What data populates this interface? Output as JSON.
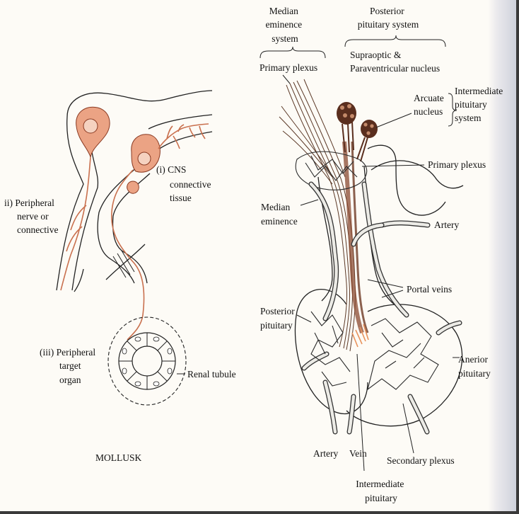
{
  "labels": {
    "median_eminence_system": [
      "Median",
      "eminence",
      "system"
    ],
    "posterior_pituitary_system": [
      "Posterior",
      "pituitary system"
    ],
    "supraoptic_paraventricular": [
      "Supraoptic &",
      "Paraventricular nucleus"
    ],
    "primary_plexus_top": "Primary plexus",
    "arcuate_nucleus": [
      "Arcuate",
      "nucleus"
    ],
    "intermediate_pituitary_system": [
      "Intermediate",
      "pituitary",
      "system"
    ],
    "primary_plexus_right": "Primary plexus",
    "median_eminence": [
      "Median",
      "eminence"
    ],
    "artery_right": "Artery",
    "portal_veins": "Portal veins",
    "posterior_pituitary": [
      "Posterior",
      "pituitary"
    ],
    "anterior_pituitary": [
      "Anerior",
      "pituitary"
    ],
    "artery_bottom": "Artery",
    "vein_bottom": "Vein",
    "secondary_plexus": "Secondary plexus",
    "intermediate_pituitary": [
      "Intermediate",
      "pituitary"
    ],
    "cns_connective_tissue": [
      "(i)  CNS",
      "connective",
      "tissue"
    ],
    "peripheral_nerve": [
      "ii) Peripheral",
      "nerve or",
      "connective"
    ],
    "peripheral_target_organ": [
      "(iii)  Peripheral",
      "target",
      "organ"
    ],
    "renal_tubule": "Renal tubule",
    "mollusk": "MOLLUSK"
  },
  "colors": {
    "neuron_fill": "#eba384",
    "neuron_stroke": "#8a3a22",
    "fiber_brown": "#5b3826",
    "background": "#fdfbf6",
    "frame": "#6e6e6e"
  }
}
